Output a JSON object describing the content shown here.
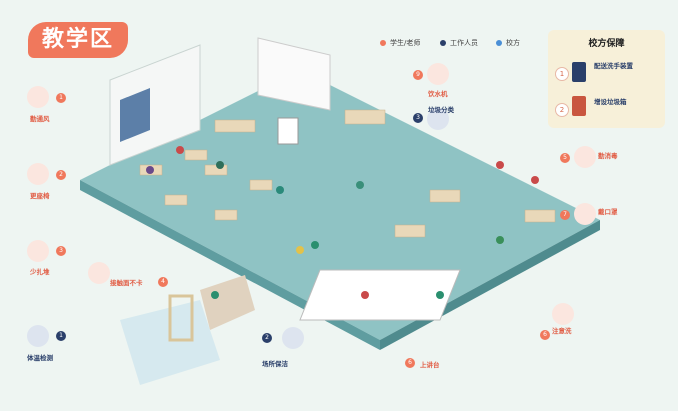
{
  "title": "教学区",
  "legend": [
    {
      "label": "学生/老师",
      "color": "#f0785c"
    },
    {
      "label": "工作人员",
      "color": "#2a3f6a"
    },
    {
      "label": "校方",
      "color": "#4a8fd6"
    }
  ],
  "panel": {
    "title": "校方保障",
    "items": [
      {
        "num": "1",
        "label": "配送洗手装置"
      },
      {
        "num": "2",
        "label": "增设垃圾箱"
      }
    ]
  },
  "callouts": [
    {
      "num": "1",
      "label": "勤通风"
    },
    {
      "num": "2",
      "label": "更座椅"
    },
    {
      "num": "3",
      "label": "少扎堆"
    },
    {
      "num": "1",
      "label": "体温检测"
    },
    {
      "num": "4",
      "label": "接触面不卡"
    },
    {
      "num": "9",
      "label": "饮水机"
    },
    {
      "num": "3",
      "label": "垃圾分类"
    },
    {
      "num": "5",
      "label": "勤消毒"
    },
    {
      "num": "7",
      "label": "戴口罩"
    },
    {
      "num": "8",
      "label": "注意洗"
    },
    {
      "num": "2",
      "label": "场所保洁"
    },
    {
      "num": "6",
      "label": "上讲台"
    }
  ],
  "colors": {
    "accent": "#f0785c",
    "navy": "#2a3f6a",
    "floor": "#7fb5b8",
    "bg": "#eef5f2"
  }
}
